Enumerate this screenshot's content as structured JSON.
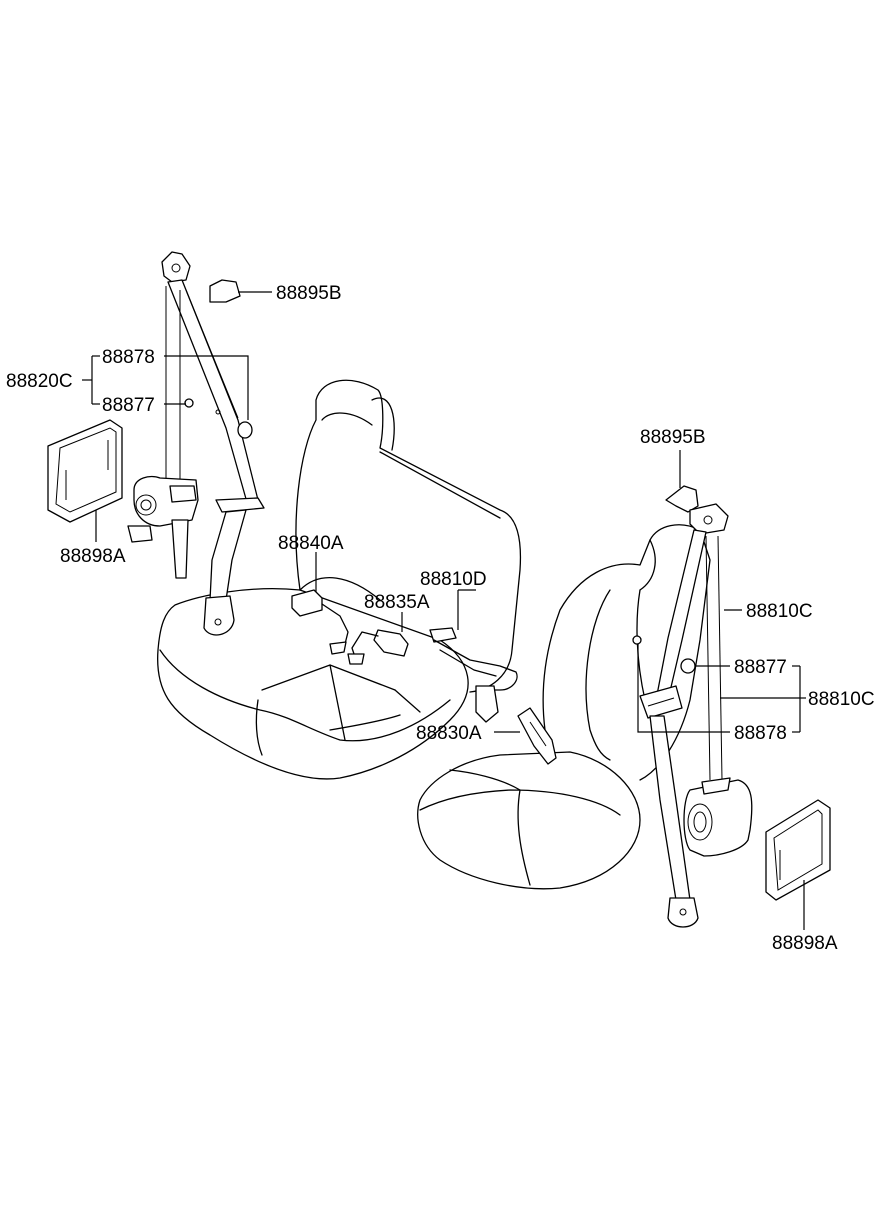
{
  "labels": {
    "top_left_cover": "88895B",
    "left_plug": "88878",
    "left_assembly": "88820C",
    "left_bolt": "88877",
    "left_retractor_cover": "88898A",
    "center_buckle": "88840A",
    "center_buckle_2": "88835A",
    "center_belt": "88810D",
    "front_buckle": "88830A",
    "right_cover": "88895B",
    "right_assembly_upper": "88810C",
    "right_bolt": "88877",
    "right_assembly_lower": "88810C",
    "right_plug": "88878",
    "right_retractor_cover": "88898A"
  }
}
